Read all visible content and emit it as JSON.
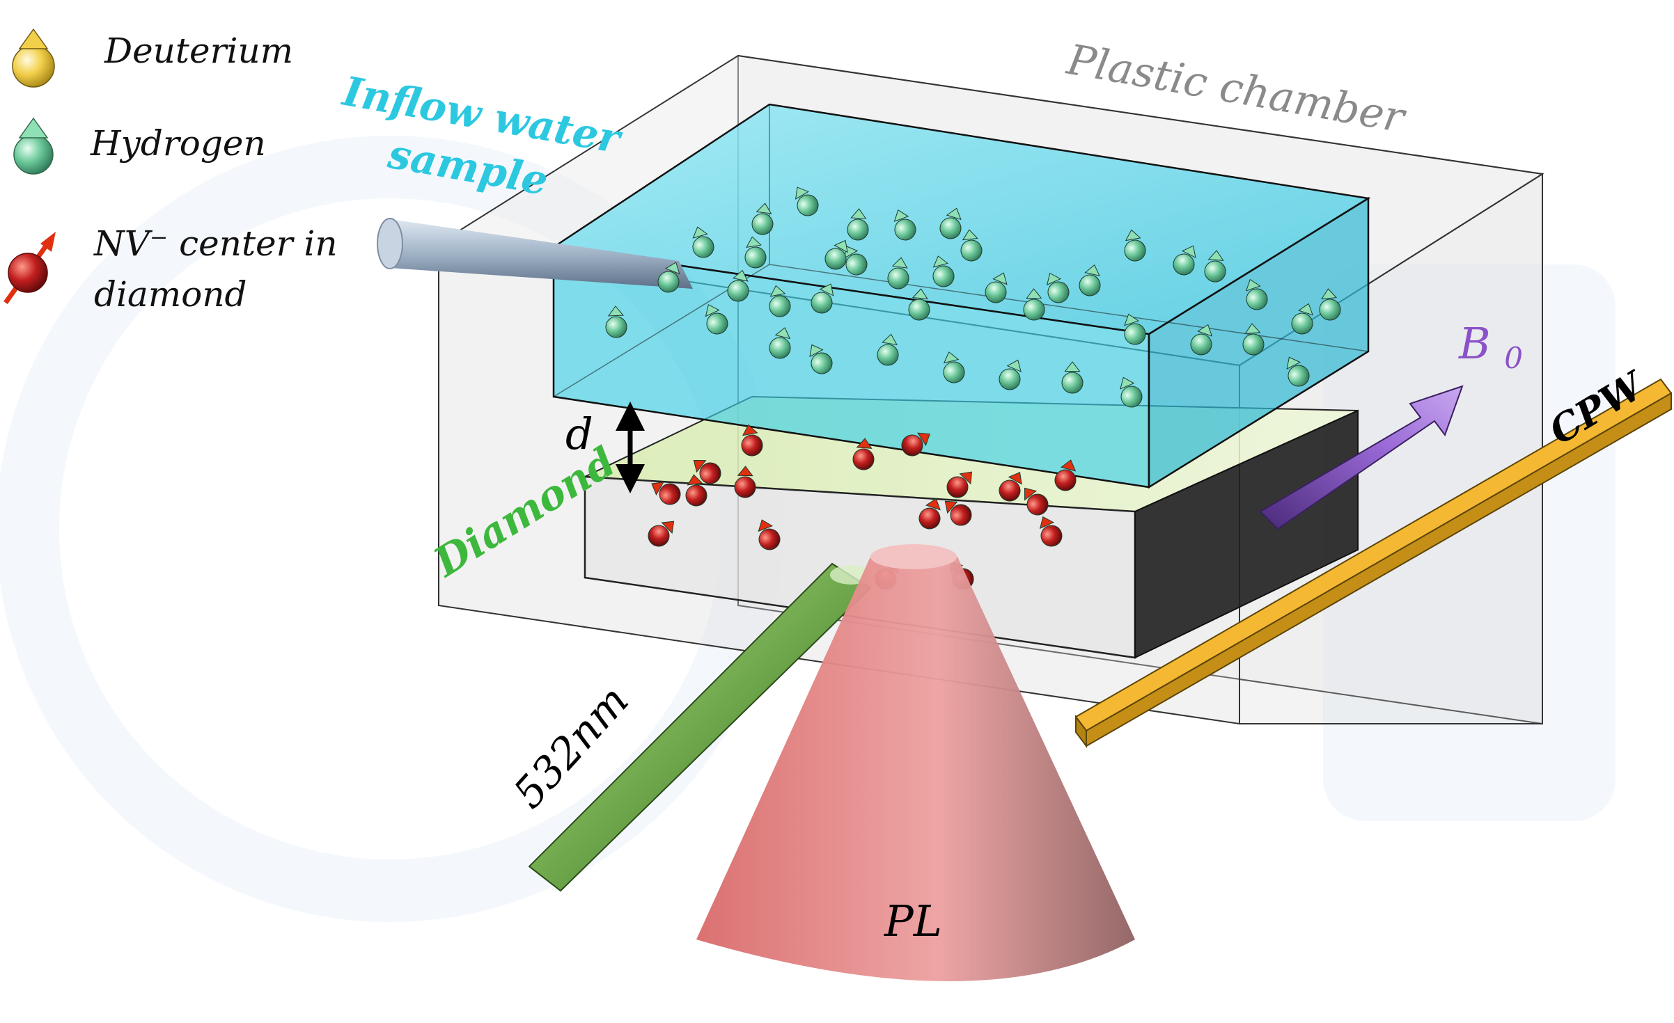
{
  "legend": {
    "deuterium": "Deuterium",
    "hydrogen": "Hydrogen",
    "nv_line1": "NV⁻ center in",
    "nv_line2": "diamond"
  },
  "labels": {
    "plastic_chamber": "Plastic chamber",
    "inflow_line1": "Inflow water",
    "inflow_line2": "sample",
    "distance": "d",
    "diamond": "Diamond",
    "b0": "B",
    "b0_sub": "0",
    "cpw": "CPW",
    "laser": "532nm",
    "pl": "PL"
  },
  "colors": {
    "deuterium": "#f2cf4a",
    "hydrogen": "#5fbf8f",
    "nv_center": "#c21f1f",
    "water": "#3fd0e6",
    "diamond_label": "#3db83d",
    "inflow_label": "#2cc8e0",
    "b0": "#8a52c8",
    "cpw": "#f5b833",
    "laser": "#6fa84c",
    "pl_cone": "#e07e7e",
    "chamber_label": "#8a8a8a"
  },
  "icons": [
    "deuterium-spin-icon",
    "hydrogen-spin-icon",
    "nv-center-spin-icon",
    "magnetic-field-arrow-icon"
  ]
}
